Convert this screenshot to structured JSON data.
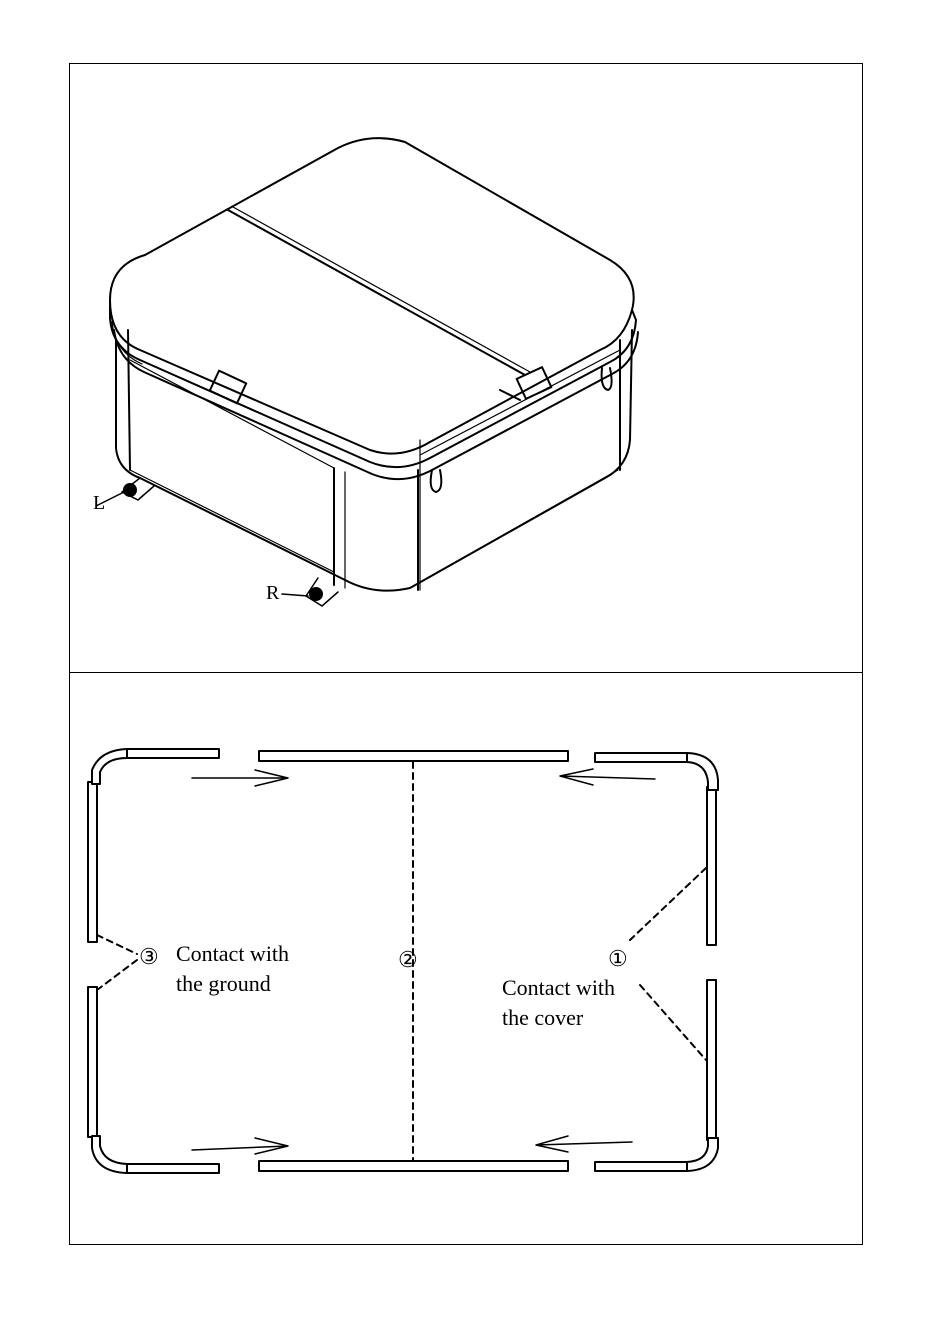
{
  "top_figure": {
    "label_left": "L",
    "label_right": "R"
  },
  "bottom_figure": {
    "marker_1": "①",
    "marker_2": "②",
    "marker_3": "③",
    "ground_line1": "Contact with",
    "ground_line2": "the ground",
    "cover_line1": "Contact with",
    "cover_line2": "the cover"
  }
}
